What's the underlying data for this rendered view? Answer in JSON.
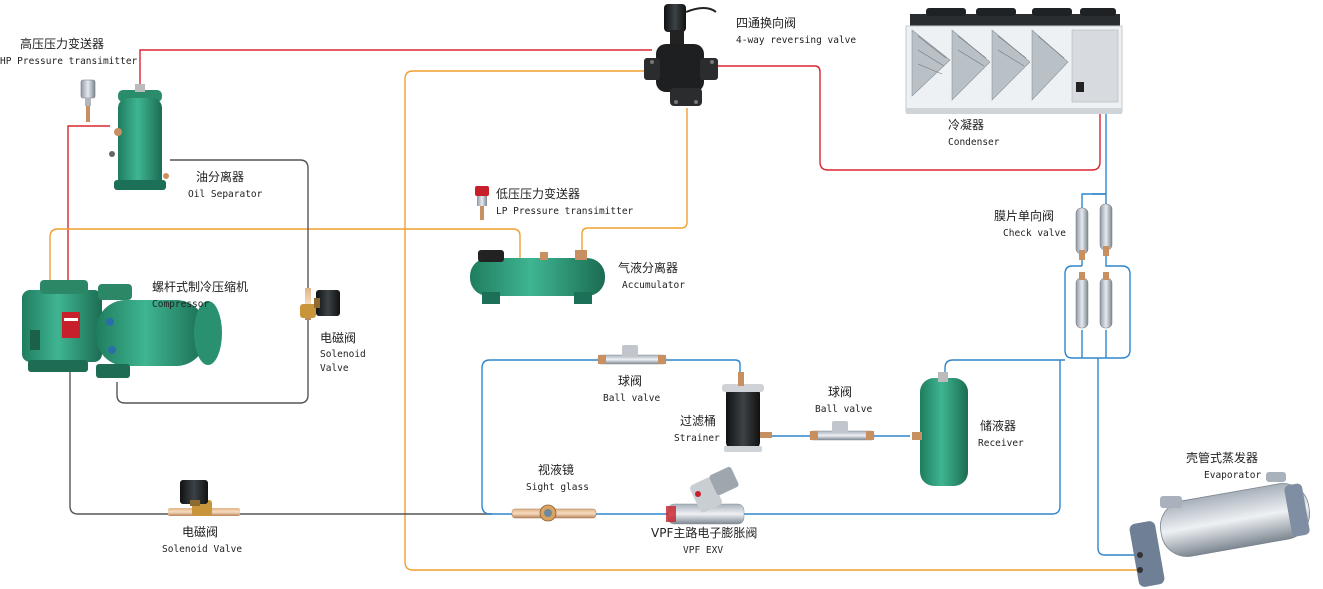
{
  "colors": {
    "high_pressure_pipe": "#d9262e",
    "low_pressure_pipe": "#f0a030",
    "liquid_pipe": "#2f86cc",
    "oil_pipe": "#555555",
    "equipment_green": "#2e9a78",
    "equipment_dark": "#1f2a2e"
  },
  "components": {
    "hp_transmitter": {
      "zh": "高压压力变送器",
      "en": "HP Pressure transimitter",
      "icon": "pressure-transmitter-icon"
    },
    "four_way_valve": {
      "zh": "四通换向阀",
      "en": "4-way reversing valve",
      "icon": "reversing-valve-icon"
    },
    "condenser": {
      "zh": "冷凝器",
      "en": "Condenser",
      "icon": "condenser-unit-icon"
    },
    "oil_separator": {
      "zh": "油分离器",
      "en": "Oil Separator",
      "icon": "oil-separator-icon"
    },
    "lp_transmitter": {
      "zh": "低压压力变送器",
      "en": "LP Pressure transimitter",
      "icon": "pressure-transmitter-icon"
    },
    "check_valve": {
      "zh": "膜片单向阀",
      "en": "Check valve",
      "icon": "check-valve-icon"
    },
    "accumulator": {
      "zh": "气液分离器",
      "en": "Accumulator",
      "icon": "accumulator-icon"
    },
    "compressor": {
      "zh": "螺杆式制冷压缩机",
      "en": "Compressor",
      "icon": "screw-compressor-icon"
    },
    "solenoid_valve_1": {
      "zh": "电磁阀",
      "en1": "Solenoid",
      "en2": "Valve",
      "icon": "solenoid-valve-icon"
    },
    "ball_valve_1": {
      "zh": "球阀",
      "en": "Ball valve",
      "icon": "ball-valve-icon"
    },
    "strainer": {
      "zh": "过滤桶",
      "en": "Strainer",
      "icon": "filter-drier-icon"
    },
    "ball_valve_2": {
      "zh": "球阀",
      "en": "Ball valve",
      "icon": "ball-valve-icon"
    },
    "receiver": {
      "zh": "储液器",
      "en": "Receiver",
      "icon": "receiver-tank-icon"
    },
    "sight_glass": {
      "zh": "视液镜",
      "en": "Sight glass",
      "icon": "sight-glass-icon"
    },
    "evaporator": {
      "zh": "壳管式蒸发器",
      "en": "Evaporator",
      "icon": "shell-tube-evaporator-icon"
    },
    "solenoid_valve_2": {
      "zh": "电磁阀",
      "en": "Solenoid Valve",
      "icon": "solenoid-valve-icon"
    },
    "vpf_exv": {
      "zh": "VPF主路电子膨胀阀",
      "en": "VPF EXV",
      "icon": "expansion-valve-icon"
    }
  }
}
